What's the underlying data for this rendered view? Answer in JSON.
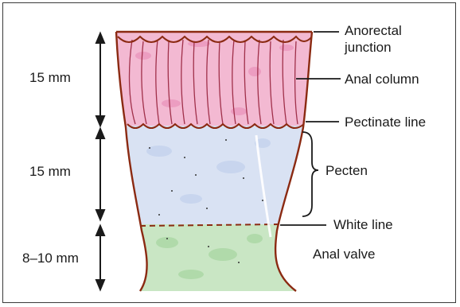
{
  "measurements": {
    "top": "15 mm",
    "middle": "15 mm",
    "bottom": "8–10 mm"
  },
  "labels": {
    "anorectal_line1": "Anorectal",
    "anorectal_line2": "junction",
    "anal_column": "Anal column",
    "pectinate_line": "Pectinate line",
    "pecten": "Pecten",
    "white_line": "White line",
    "anal_valve": "Anal valve"
  },
  "colors": {
    "rectal_zone": "#f3b9d2",
    "pecten_zone": "#d9e2f3",
    "anal_zone": "#c9e6c4",
    "wall": "#8b2a12",
    "pointer": "#1a1a1a"
  }
}
